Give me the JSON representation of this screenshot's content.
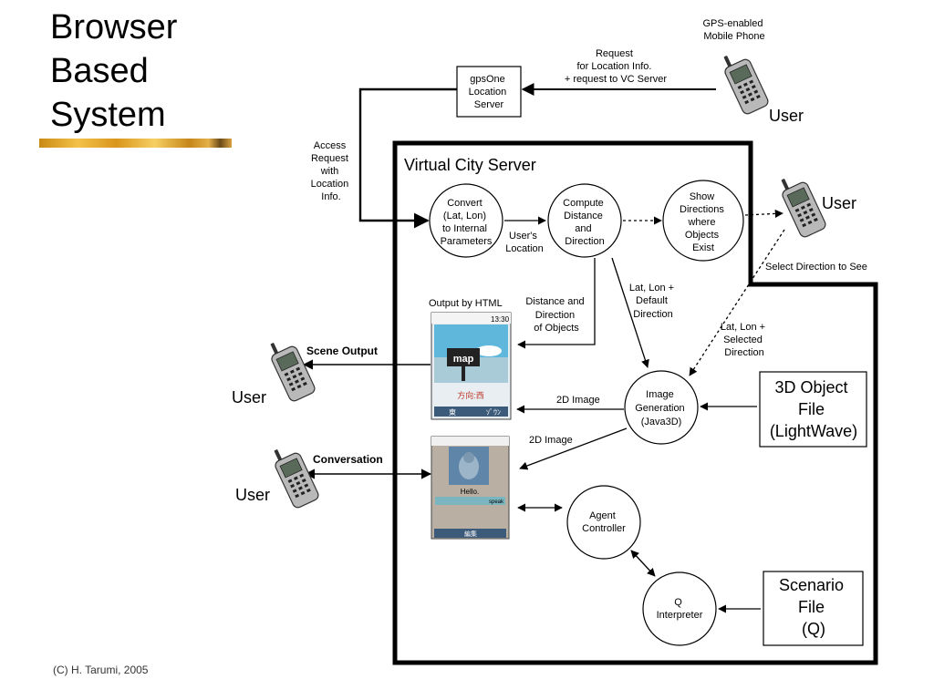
{
  "slide": {
    "title_lines": [
      "Browser",
      "Based",
      "System"
    ],
    "copyright": "(C) H. Tarumi, 2005"
  },
  "diagram": {
    "server_title": "Virtual City Server",
    "users": {
      "top_caption": [
        "GPS-enabled",
        "Mobile Phone"
      ],
      "top": "User",
      "right": "User",
      "scene": "User",
      "conversation": "User"
    },
    "gps_server": [
      "gpsOne",
      "Location",
      "Server"
    ],
    "request_label": [
      "Request",
      "for Location Info.",
      "+ request to VC Server"
    ],
    "access_label": [
      "Access",
      "Request",
      "with",
      "Location",
      "Info."
    ],
    "nodes": {
      "convert": [
        "Convert",
        "(Lat, Lon)",
        "to Internal",
        "Parameters"
      ],
      "compute": [
        "Compute",
        "Distance",
        "and",
        "Direction"
      ],
      "show": [
        "Show",
        "Directions",
        "where",
        "Objects",
        "Exist"
      ],
      "imagegen": [
        "Image",
        "Generation",
        "(Java3D)"
      ],
      "agent": [
        "Agent",
        "Controller"
      ],
      "interp": [
        "Q",
        "Interpreter"
      ]
    },
    "files": {
      "object": [
        "3D Object",
        "File",
        "(LightWave)"
      ],
      "scenario": [
        "Scenario",
        "File",
        "(Q)"
      ]
    },
    "labels": {
      "users_location": [
        "User's",
        "Location"
      ],
      "select_direction": "Select Direction to See",
      "dist_dir_objects": [
        "Distance and",
        "Direction",
        "of Objects"
      ],
      "default_direction": [
        "Lat, Lon +",
        "Default",
        "Direction"
      ],
      "selected_direction": [
        "Lat, Lon +",
        "Selected",
        "Direction"
      ],
      "output_html": "Output by HTML",
      "scene_output": "Scene Output",
      "conversation": "Conversation",
      "image_2d_a": "2D Image",
      "image_2d_b": "2D Image"
    },
    "screens": {
      "map_status_time": "13:30",
      "map_sign": "map",
      "map_direction": "方向:西",
      "map_soft_left": "東",
      "map_soft_right": "ｿﾞｳﾝ",
      "agent_greeting": "Hello.",
      "agent_button": "speak",
      "agent_soft_center": "編集"
    }
  }
}
